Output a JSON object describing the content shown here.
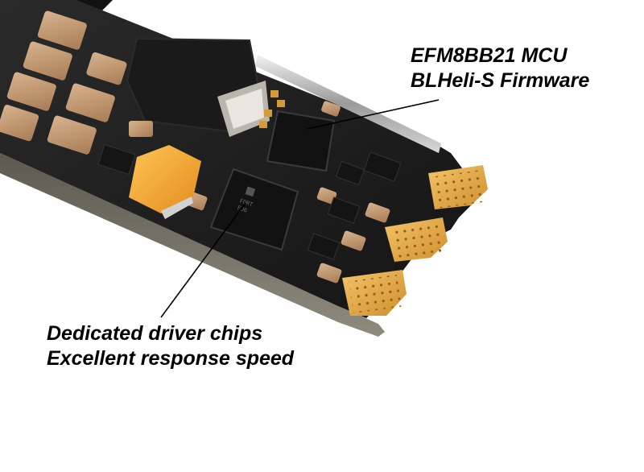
{
  "annotations": {
    "mcu": {
      "line1": "EFM8BB21 MCU",
      "line2": "BLHeli-S Firmware"
    },
    "driver": {
      "line1": "Dedicated driver chips",
      "line2": "Excellent response speed"
    }
  },
  "colors": {
    "background": "#ffffff",
    "board": "#1c1c1c",
    "pads": "#e0a84a",
    "capacitor": "#f0a436",
    "ceramic_caps": "#c9a07a",
    "text": "#000000"
  }
}
